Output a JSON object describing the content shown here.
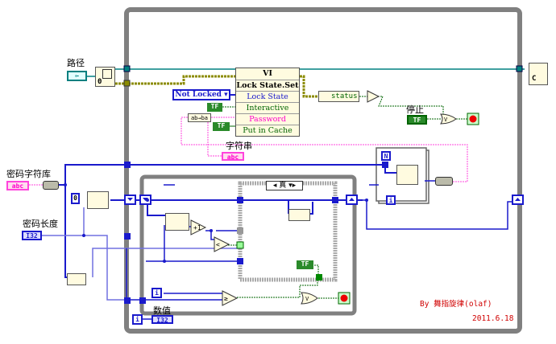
{
  "diagram": {
    "type": "LabVIEW block diagram",
    "labels": {
      "path": "路径",
      "password_charset": "密码字符库",
      "password_length": "密码长度",
      "string": "字符串",
      "stop": "停止",
      "numeric": "数值"
    },
    "property_node": {
      "class": "VI",
      "method": "Lock State.Set",
      "items": [
        "Lock State",
        "Interactive",
        "Password",
        "Put in Cache"
      ]
    },
    "enum_constant": "Not Locked",
    "unbundle_status": "status",
    "case_selector": "真",
    "constants": {
      "zero_index": "0",
      "bool_tf": "TF",
      "path_type": "abc",
      "int_type": "I32",
      "loop_count": "N",
      "iteration": "i",
      "open_ref_index": "0",
      "concat_label": "ab→ba"
    },
    "close_ref_label": "C",
    "credit": {
      "author": "By 舞指旋律(olaf)",
      "date": "2011.6.18"
    },
    "colors": {
      "structure_border": "#808080",
      "int_wire": "#1a1acc",
      "string_wire": "#ff44dd",
      "ref_wire": "#008080",
      "error_wire": "#8b8b00",
      "bool_wire": "#006400",
      "node_fill": "#fffbe0"
    }
  }
}
